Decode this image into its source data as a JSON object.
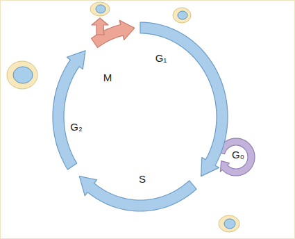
{
  "diagram": {
    "labels": [
      "M",
      "G₁",
      "G₀",
      "S",
      "G₂"
    ]
  }
}
